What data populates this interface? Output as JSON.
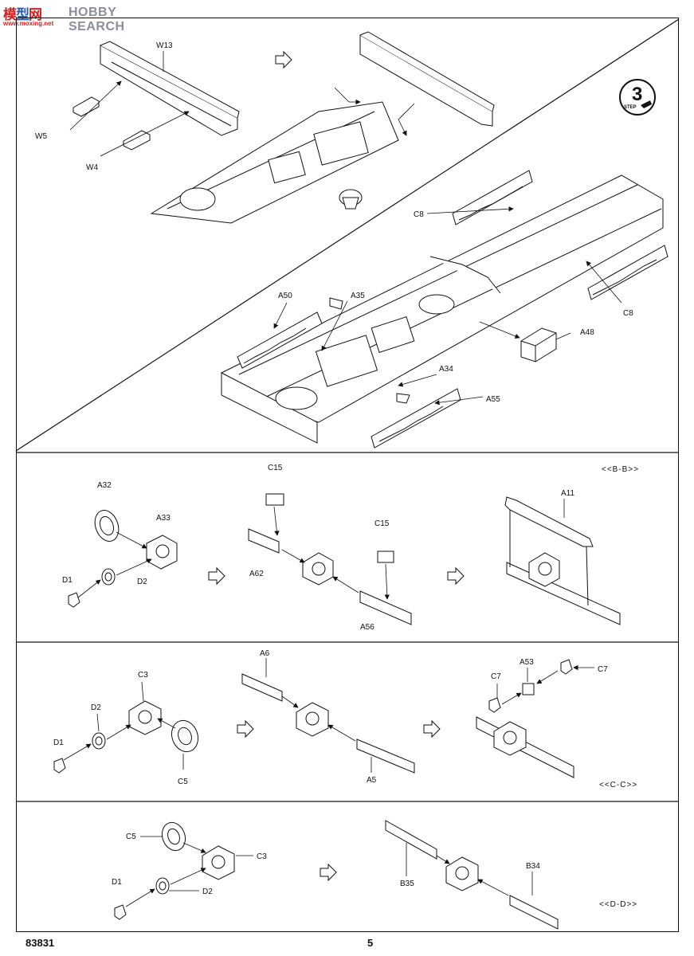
{
  "watermark": {
    "logo_a": "模",
    "logo_b": "型",
    "logo_c": "网",
    "text": "HOBBY SEARCH",
    "url": "www.moxing.net"
  },
  "step": {
    "number": "3",
    "word": "STEP"
  },
  "labels": {
    "w13": "W13",
    "w5": "W5",
    "w4": "W4",
    "c8_top": "C8",
    "c8_right": "C8",
    "a50": "A50",
    "a35": "A35",
    "a48": "A48",
    "a34": "A34",
    "a55": "A55",
    "c15_left": "C15",
    "c15_right": "C15",
    "a32": "A32",
    "a33": "A33",
    "d1_b": "D1",
    "d2_b": "D2",
    "a62": "A62",
    "a56": "A56",
    "a11": "A11",
    "c3_c": "C3",
    "d2_c": "D2",
    "d1_c": "D1",
    "c5_c": "C5",
    "a6": "A6",
    "a5": "A5",
    "a53": "A53",
    "c7_left": "C7",
    "c7_right": "C7",
    "c5_d": "C5",
    "c3_d": "C3",
    "d1_d": "D1",
    "d2_d": "D2",
    "b35": "B35",
    "b34": "B34"
  },
  "sections": {
    "bb": "<<B-B>>",
    "cc": "<<C-C>>",
    "dd": "<<D-D>>"
  },
  "footer": {
    "kit_number": "83831",
    "page_number": "5"
  }
}
